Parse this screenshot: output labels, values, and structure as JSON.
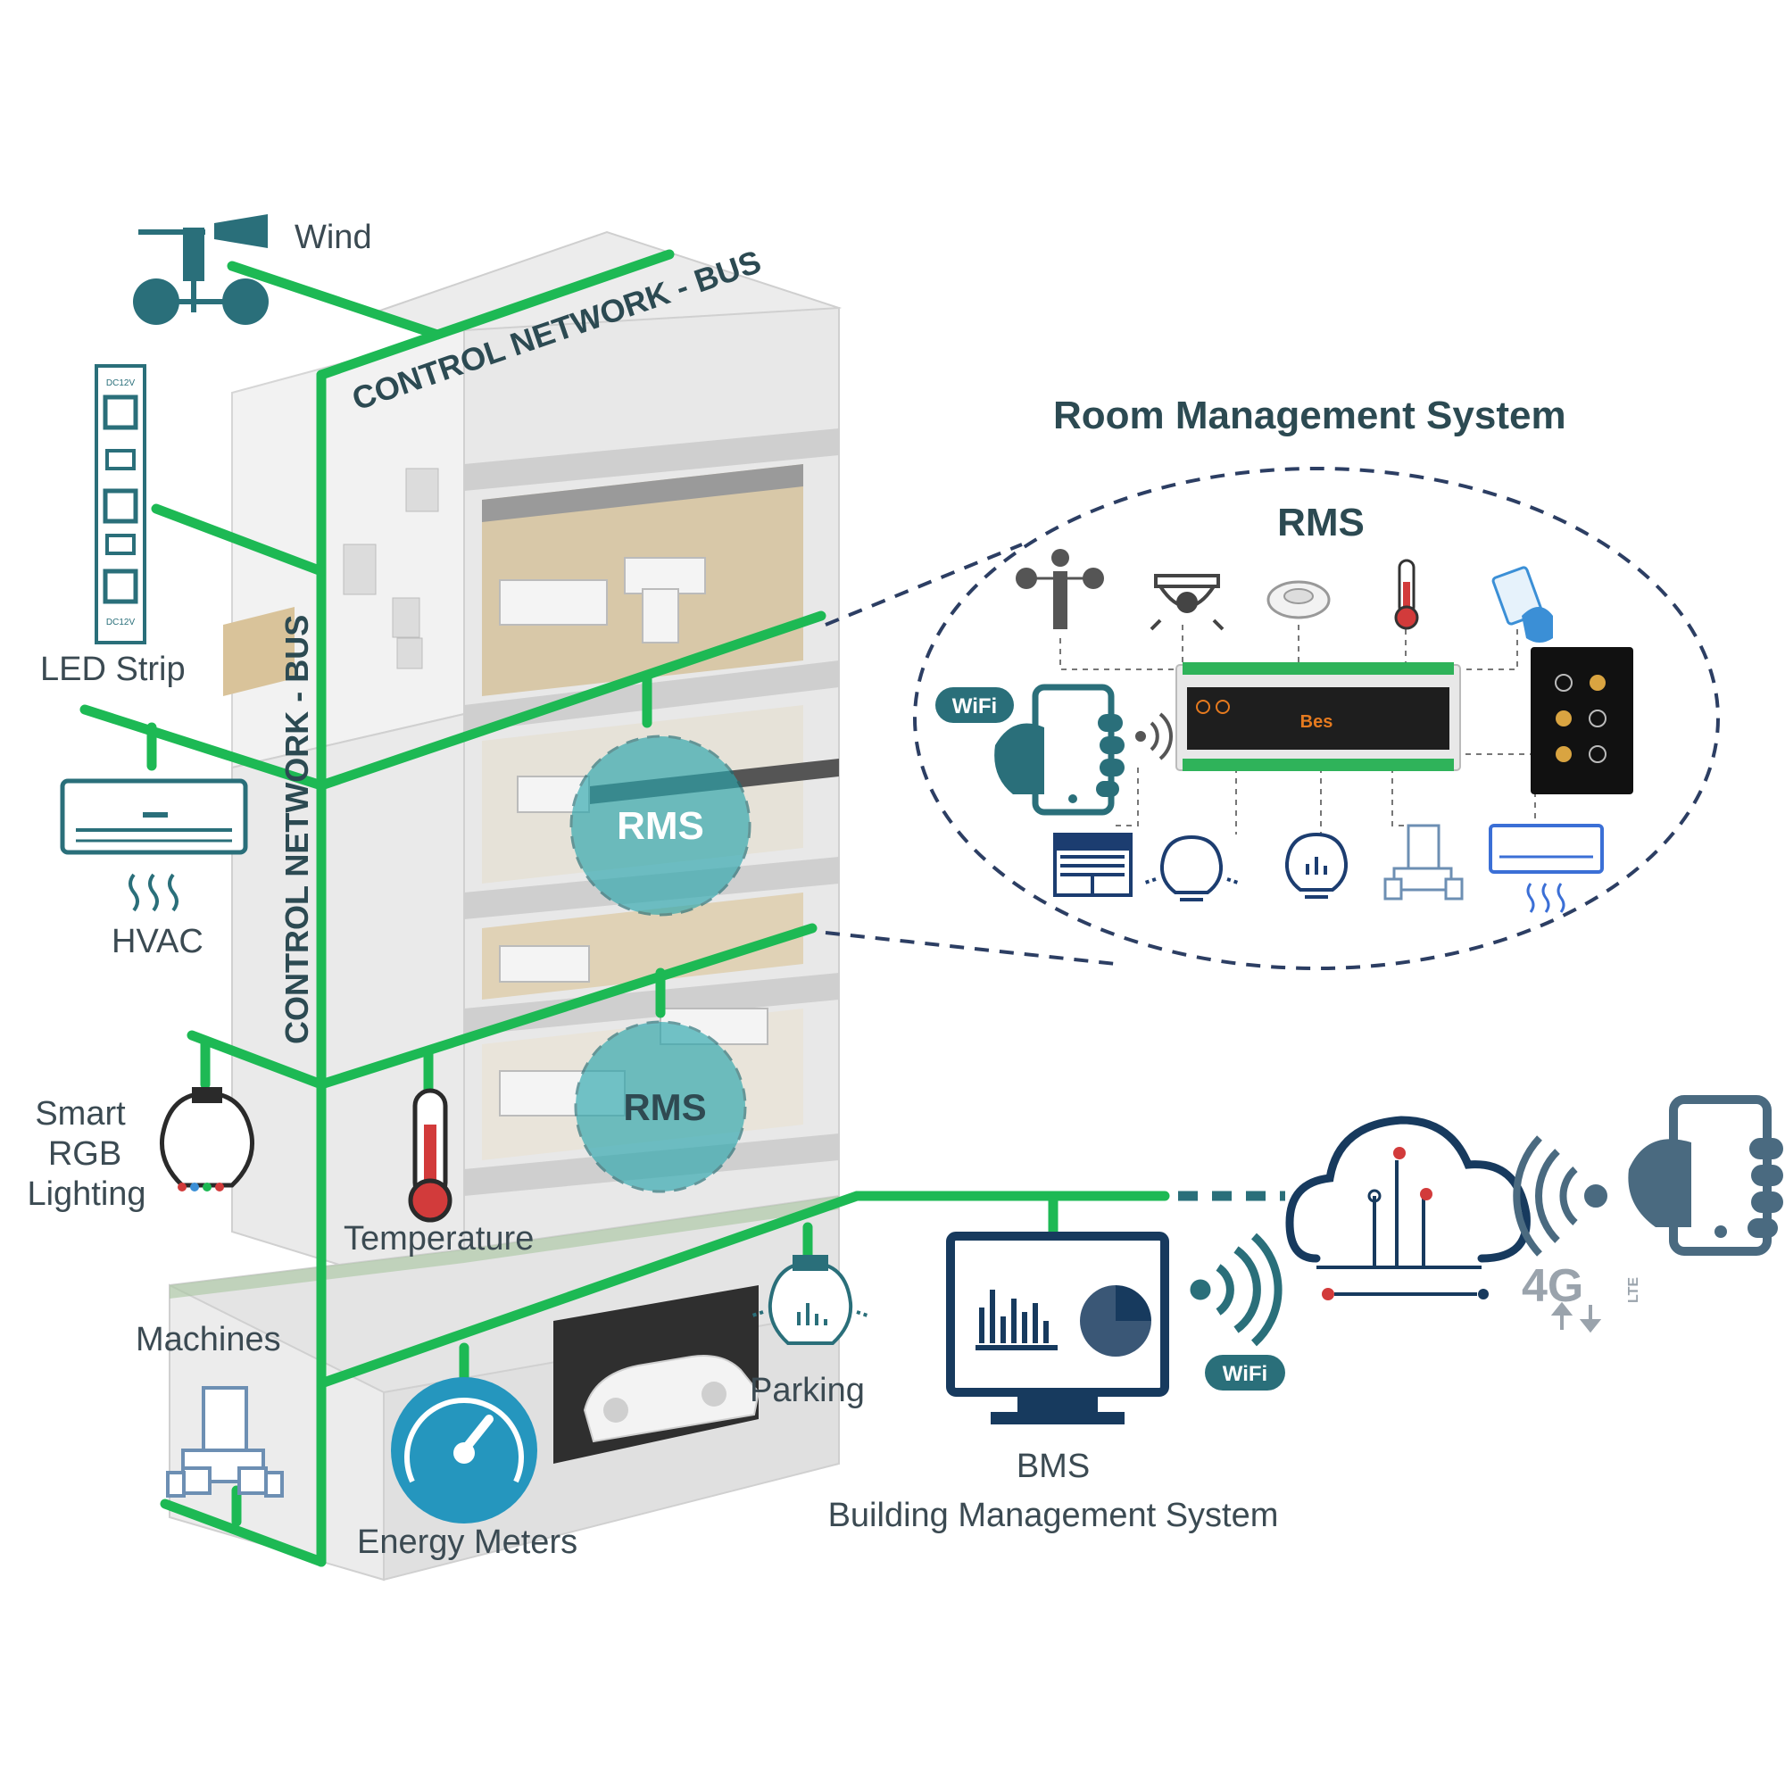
{
  "colors": {
    "bus_green": "#1db954",
    "teal_icon": "#2a6f7a",
    "navy": "#173a5e",
    "text": "#3b4a52",
    "rms_bubble": "#2aa6ad",
    "dashed": "#2c3e63",
    "red_accent": "#d23b3b",
    "blue_accent": "#3b8fd6",
    "meter_blue": "#2596be"
  },
  "bus": {
    "horizontal_label": "CONTROL NETWORK - BUS",
    "vertical_label": "CONTROL NETWORK - BUS"
  },
  "devices": {
    "wind": "Wind",
    "led_strip": "LED Strip",
    "hvac": "HVAC",
    "smart_rgb": [
      "Smart",
      "RGB",
      "Lighting"
    ],
    "temperature": "Temperature",
    "machines": "Machines",
    "energy_meters": "Energy Meters",
    "parking": "Parking"
  },
  "rms_bubbles": [
    "RMS",
    "RMS"
  ],
  "room_management": {
    "title": "Room Management System",
    "label": "RMS",
    "wifi": "WiFi",
    "controller_brand": "Bes"
  },
  "bms": {
    "line1": "BMS",
    "line2": "Building Management System",
    "wifi": "WiFi"
  },
  "mobile": {
    "network": "4G",
    "lte": "LTE"
  },
  "led_strip_voltage": [
    "DC12V",
    "DC12V"
  ]
}
